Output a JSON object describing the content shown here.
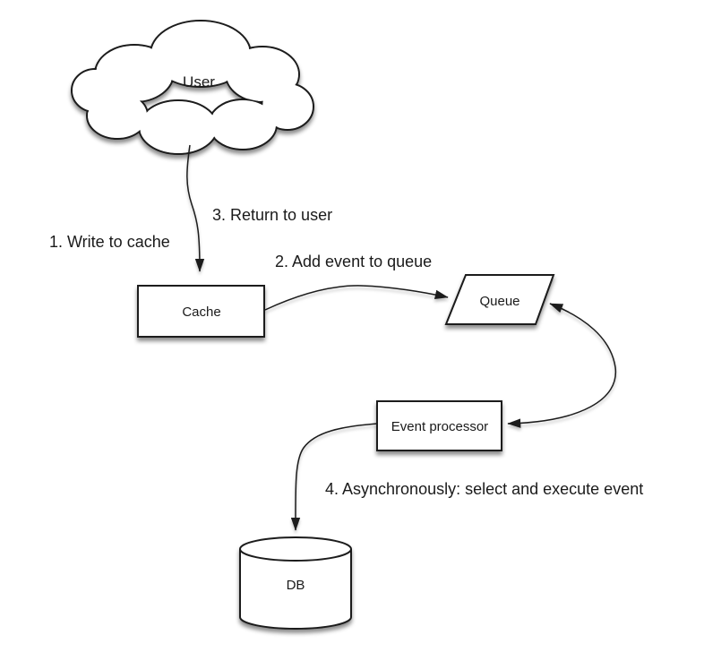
{
  "nodes": {
    "user": {
      "label": "User",
      "shape": "cloud"
    },
    "cache": {
      "label": "Cache",
      "shape": "rectangle"
    },
    "queue": {
      "label": "Queue",
      "shape": "parallelogram"
    },
    "event_processor": {
      "label": "Event processor",
      "shape": "rectangle"
    },
    "db": {
      "label": "DB",
      "shape": "cylinder"
    }
  },
  "edges": {
    "step1": {
      "label": "1. Write to cache",
      "from": "user",
      "to": "cache"
    },
    "step2": {
      "label": "2. Add event to queue",
      "from": "cache",
      "to": "queue"
    },
    "step3": {
      "label": "3. Return to user",
      "from": "cache",
      "to": "user"
    },
    "step4": {
      "label": "4. Asynchronously: select and execute event",
      "from": "event_processor",
      "to": "db"
    },
    "queue_processor_link": {
      "label": "",
      "from": "queue",
      "to": "event_processor",
      "bidirectional": true
    }
  },
  "colors": {
    "background": "#ffffff",
    "shape_fill": "#ffffff",
    "stroke": "#1a1a1a",
    "text": "#1a1a1a"
  }
}
